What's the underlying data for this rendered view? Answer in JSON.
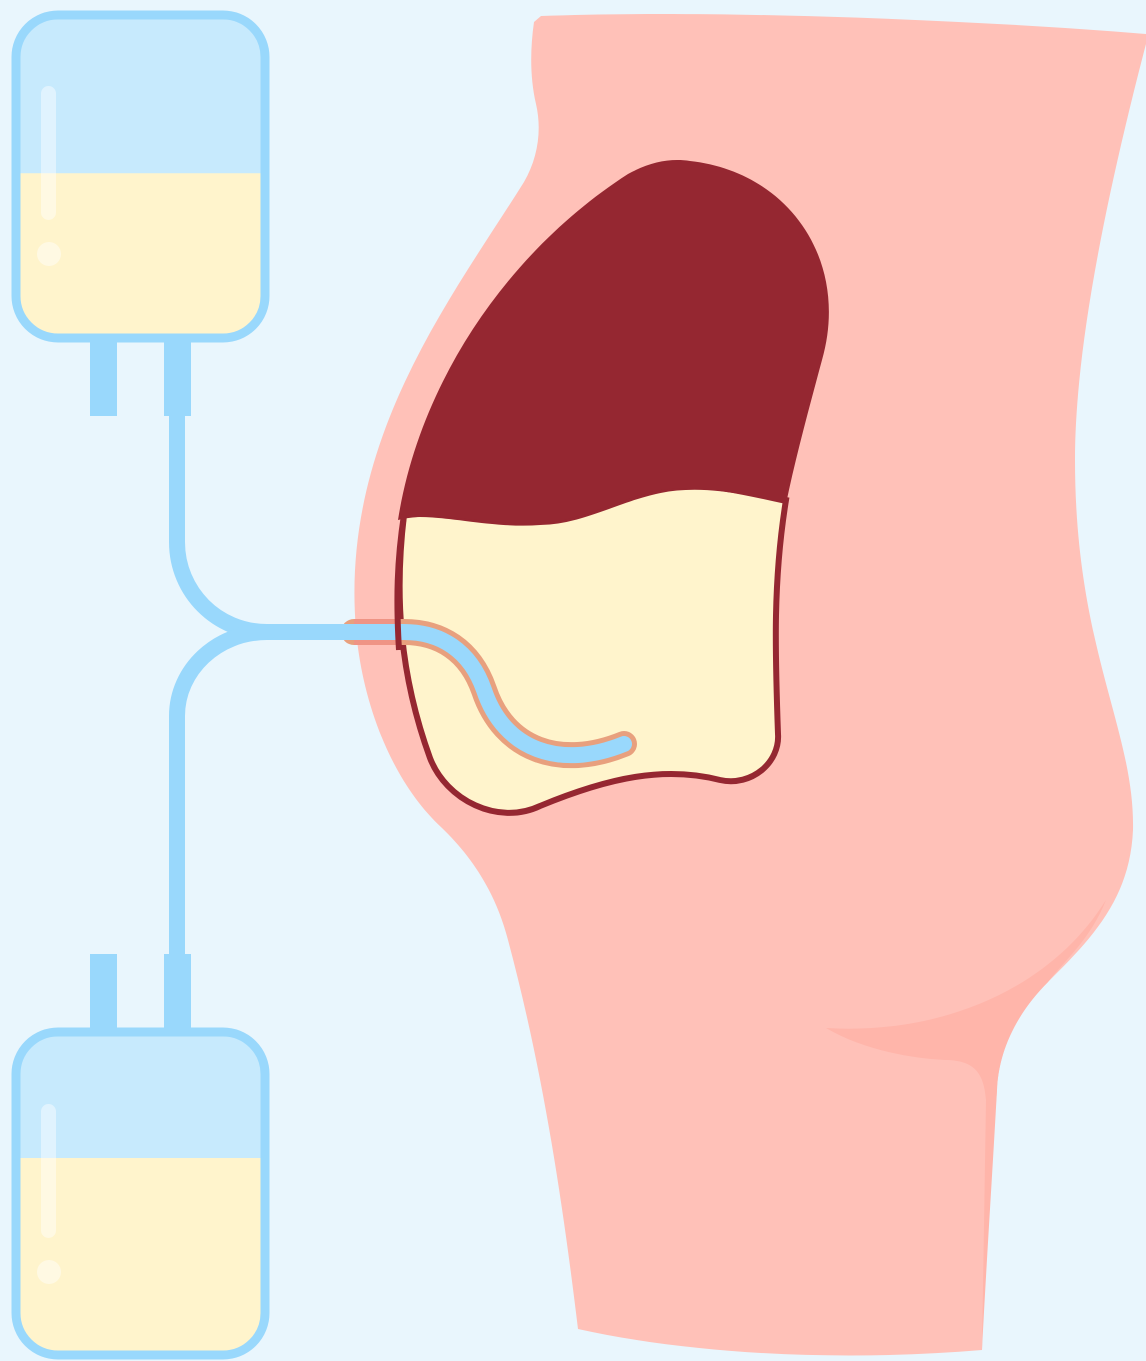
{
  "illustration": {
    "subject": "peritoneal-dialysis",
    "components": [
      "fluid-bag",
      "drain-bag",
      "y-tubing",
      "catheter",
      "abdomen",
      "peritoneal-cavity",
      "dialysate-fluid"
    ]
  },
  "colors": {
    "background": "#e9f6fd",
    "bag_outline": "#99d8fc",
    "bag_air": "#c7eafd",
    "dialysate": "#fff4cc",
    "skin": "#ffc1b8",
    "skin_shadow": "#ffb5aa",
    "organ": "#952731",
    "catheter_outline": "#e8a07e",
    "bag_highlight": "#ffffff"
  },
  "fluid_levels": {
    "top_bag_fill_fraction": 0.51,
    "bottom_bag_fill_fraction": 0.61
  }
}
